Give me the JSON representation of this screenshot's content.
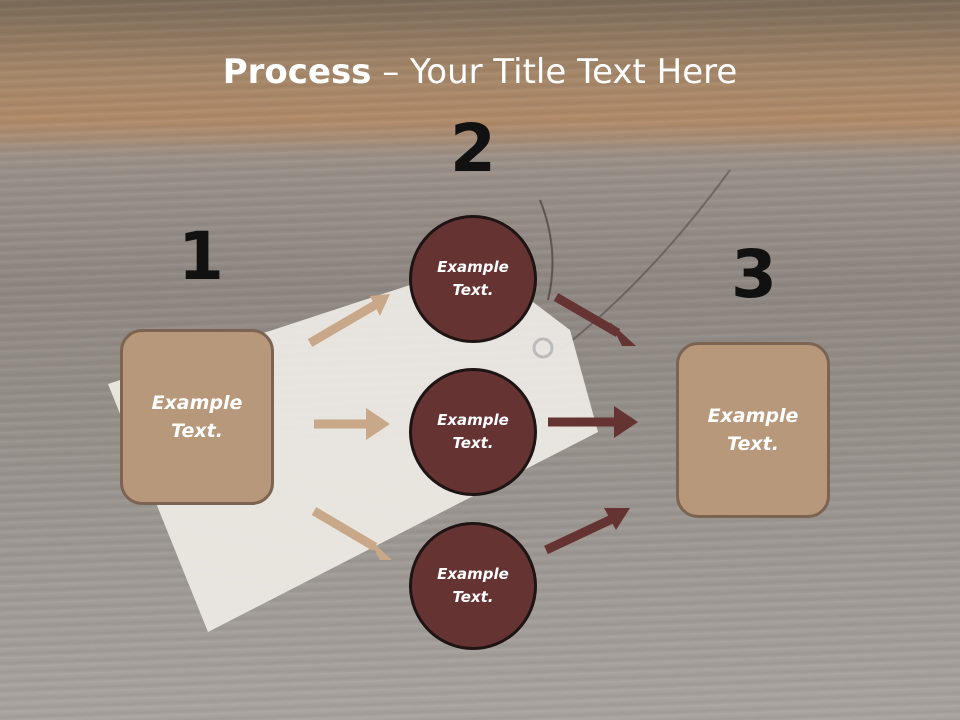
{
  "title": {
    "bold": "Process",
    "rest": " – Your Title Text Here"
  },
  "steps": [
    {
      "number": "1"
    },
    {
      "number": "2"
    },
    {
      "number": "3"
    }
  ],
  "left_box": {
    "label": "Example Text."
  },
  "circles": [
    {
      "label": "Example Text."
    },
    {
      "label": "Example Text."
    },
    {
      "label": "Example Text."
    }
  ],
  "right_box": {
    "label": "Example Text."
  },
  "colors": {
    "box_fill": "#b8987a",
    "box_border": "#7c6452",
    "circle_fill": "#663333",
    "circle_border": "#1e1414",
    "arrow_light": "#c8a888",
    "arrow_dark": "#663333"
  }
}
